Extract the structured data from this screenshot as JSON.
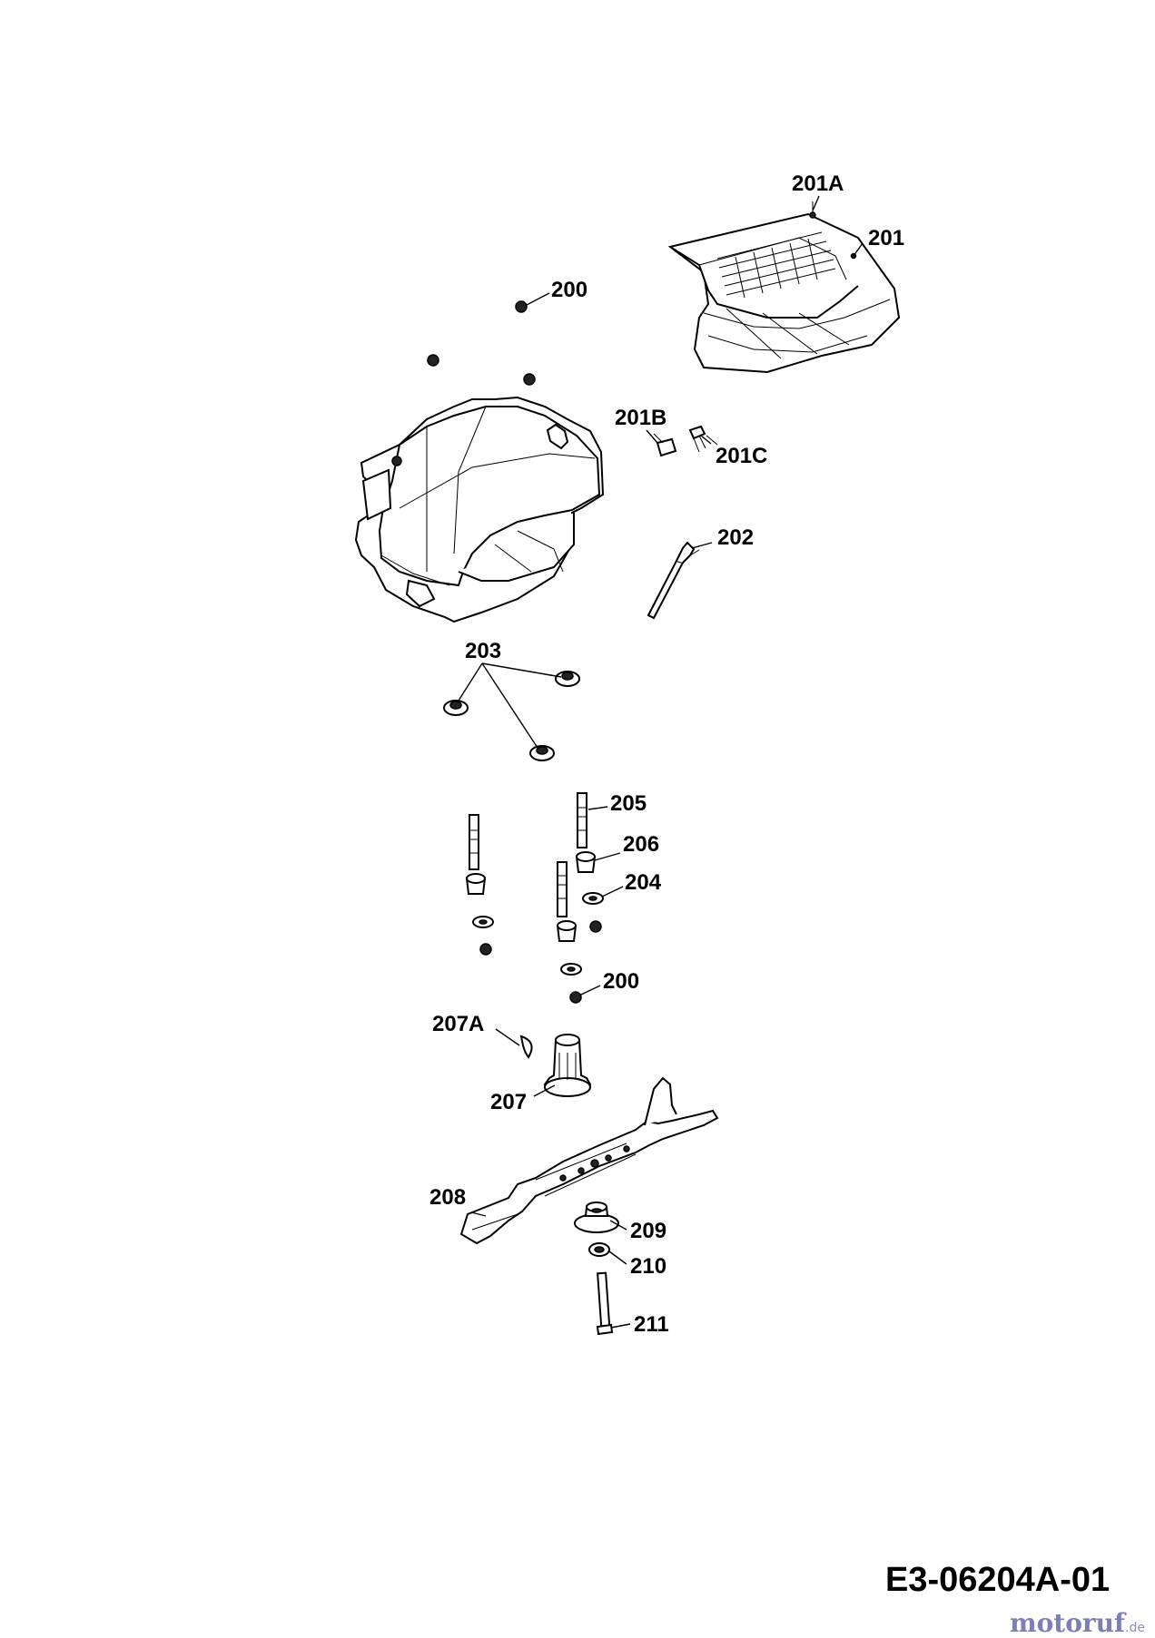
{
  "callouts": {
    "c201A": "201A",
    "c201": "201",
    "c200_top": "200",
    "c201B": "201B",
    "c201C": "201C",
    "c202": "202",
    "c203": "203",
    "c205": "205",
    "c206": "206",
    "c204": "204",
    "c200_bottom": "200",
    "c207A": "207A",
    "c207": "207",
    "c208": "208",
    "c209": "209",
    "c210": "210",
    "c211": "211"
  },
  "drawing_code": "E3-06204A-01",
  "watermark": {
    "name": "motoruf",
    "tld": ".de"
  }
}
